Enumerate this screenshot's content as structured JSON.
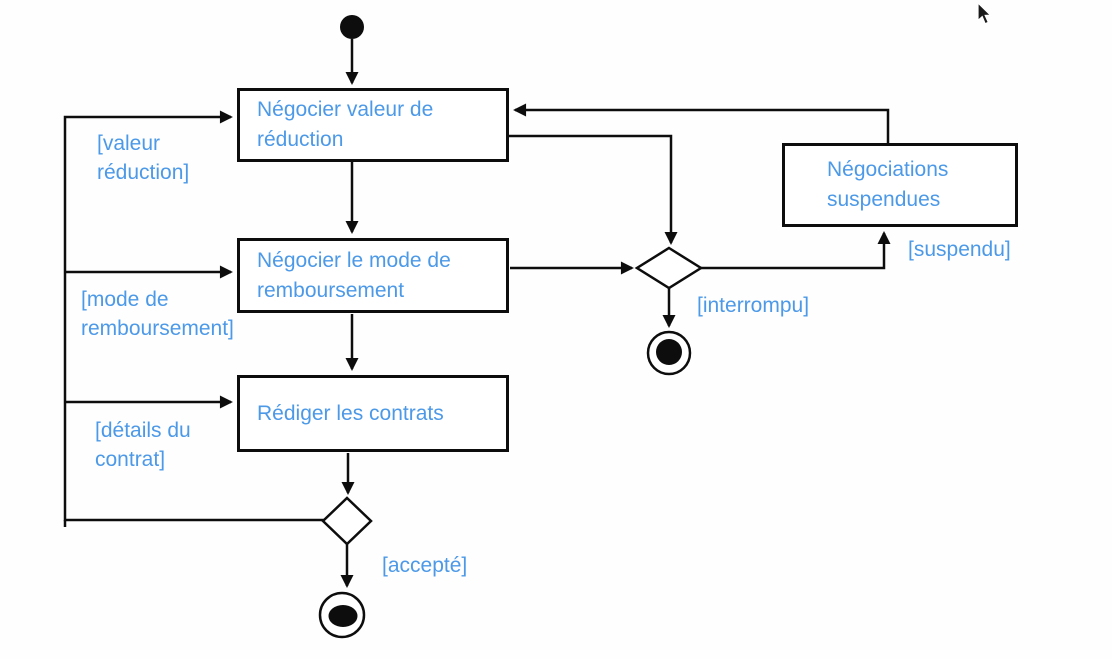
{
  "diagram": {
    "type": "uml-activity-diagram",
    "language": "fr",
    "accent_text_color": "#4c99e8",
    "line_color": "#0d0d0d",
    "background_color": "#fefefe",
    "activities": {
      "negotiate_value": "Négocier valeur de réduction",
      "negotiate_mode": "Négocier le mode de remboursement",
      "write_contracts": "Rédiger les contrats",
      "negotiations_suspended": "Négociations suspendues"
    },
    "guards": {
      "valeur_reduction": "[valeur\nréduction]",
      "mode_remboursement": "[mode de\nremboursement]",
      "details_contrat": "[détails du\ncontrat]",
      "accepte": "[accepté]",
      "interrompu": "[interrompu]",
      "suspendu": "[suspendu]"
    },
    "nodes": {
      "initial": "initial-node",
      "final_accepted": "final-node",
      "final_interrupted": "final-node",
      "decision_contract": "decision-diamond",
      "decision_interrupt_suspend": "decision-diamond"
    },
    "icons": {
      "cursor": "mouse-pointer-icon"
    }
  }
}
